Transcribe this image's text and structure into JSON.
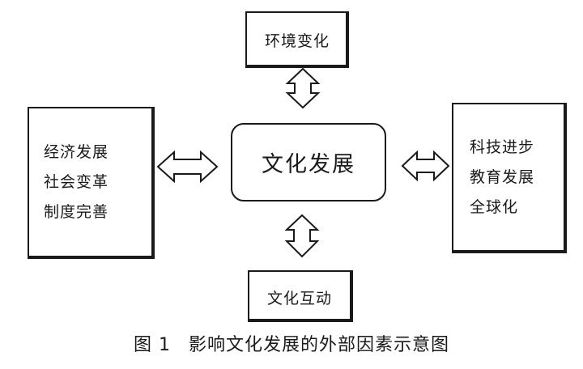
{
  "diagram": {
    "top_box": {
      "label": "环境变化"
    },
    "bottom_box": {
      "label": "文化互动"
    },
    "center_box": {
      "label": "文化发展"
    },
    "left_box": {
      "lines": [
        "经济发展",
        "社会变革",
        "制度完善"
      ]
    },
    "right_box": {
      "lines": [
        "科技进步",
        "教育发展",
        "全球化"
      ]
    },
    "arrows": {
      "top": "double-vertical-arrow",
      "bottom": "double-vertical-arrow",
      "left": "double-horizontal-arrow",
      "right": "double-horizontal-arrow"
    }
  },
  "caption": {
    "number": "图 1",
    "text": "影响文化发展的外部因素示意图"
  }
}
